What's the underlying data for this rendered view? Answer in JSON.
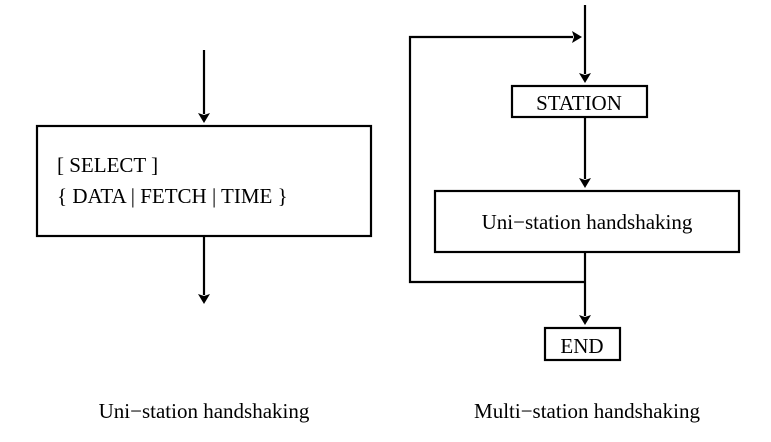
{
  "figure": {
    "background": "#ffffff",
    "stroke_color": "#000000",
    "text_color": "#000000"
  },
  "left_diagram": {
    "caption": "Uni−station handshaking",
    "process_box": {
      "line1": "[ SELECT ]",
      "line2": "{ DATA | FETCH | TIME }"
    },
    "arrows": {
      "inbound": "arrow-down-into-select-box",
      "outbound": "arrow-down-out-of-select-box"
    }
  },
  "right_diagram": {
    "caption": "Multi−station handshaking",
    "nodes": {
      "station": "STATION",
      "uni_station": "Uni−station handshaking",
      "end": "END"
    },
    "arrows": {
      "entry": "arrow-down-into-station",
      "station_to_uni": "arrow-down-station-to-uni-station",
      "uni_to_end": "arrow-down-uni-station-to-end",
      "feedback": "arrow-right-feedback-loop"
    }
  }
}
